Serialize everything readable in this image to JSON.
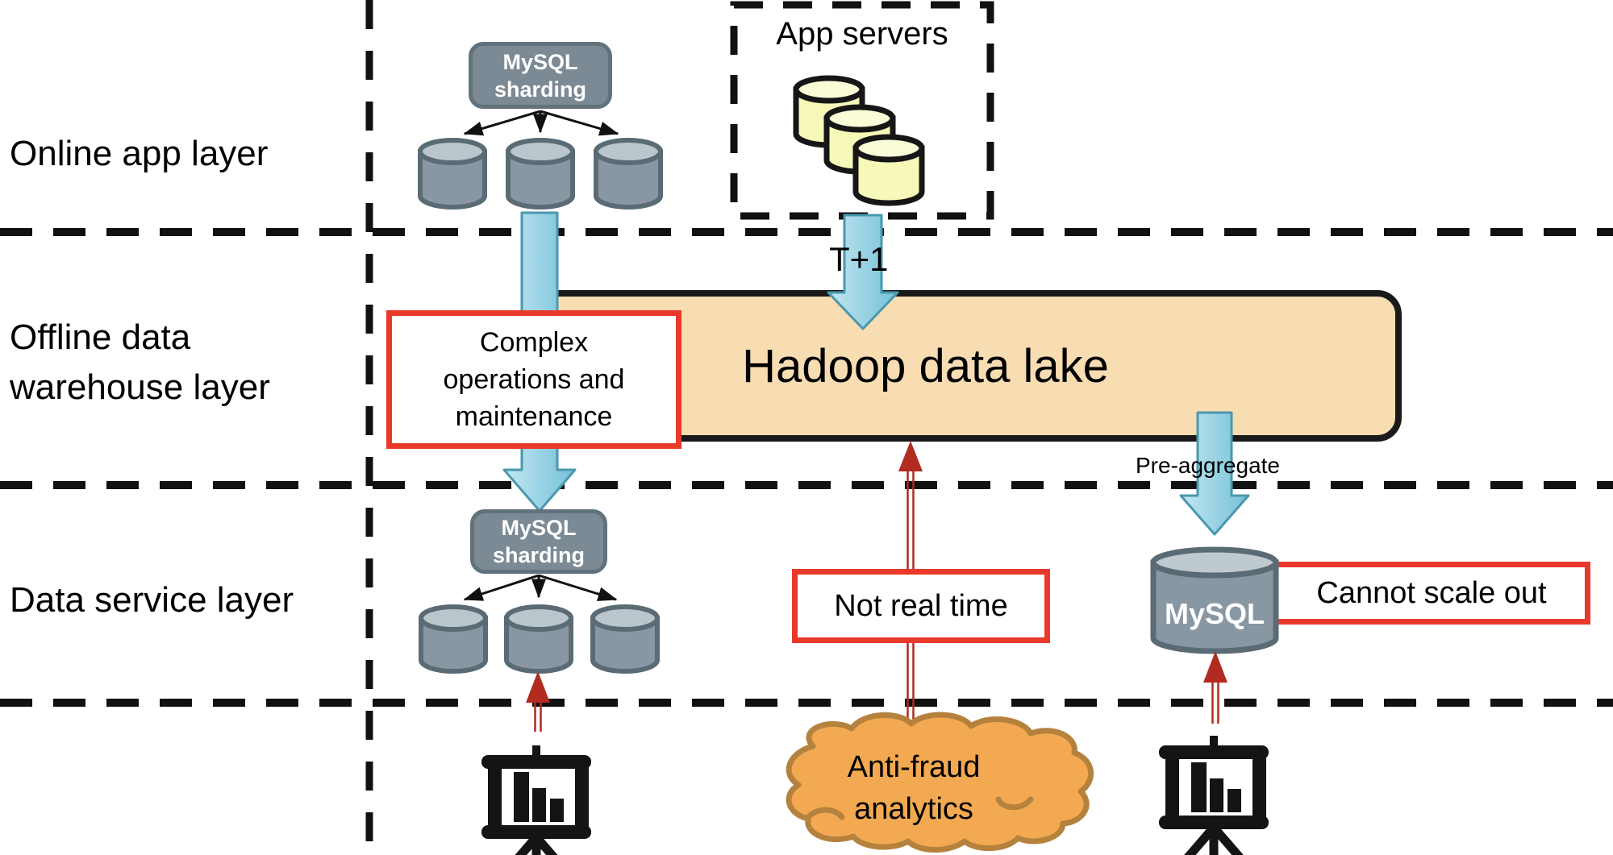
{
  "layer_labels": {
    "online": "Online app layer",
    "offline": "Offline data\nwarehouse layer",
    "service": "Data service layer"
  },
  "online_layer": {
    "mysql_sharding_label": "MySQL\nsharding",
    "app_servers_label": "App servers"
  },
  "offline_layer": {
    "hadoop_label": "Hadoop data lake",
    "t1_label": "T+1",
    "complex_ops_callout": "Complex\noperations and\nmaintenance"
  },
  "service_layer": {
    "mysql_sharding_label": "MySQL\nsharding",
    "pre_aggregate_label": "Pre-aggregate",
    "not_real_time_callout": "Not real time",
    "mysql_label": "MySQL",
    "cannot_scale_out_callout": "Cannot scale out"
  },
  "bottom_row": {
    "antifraud_label": "Anti-fraud\nanalytics"
  },
  "icons": {
    "left_report": "bar-chart-easel-icon",
    "right_report": "bar-chart-easel-icon",
    "antifraud": "cloud-shape",
    "storage": "database-cylinder-icon"
  },
  "colors": {
    "flow_arrow_blue": "#8ccadd",
    "flow_arrow_blue_border": "#4a98ae",
    "issue_arrow_red": "#b12b20",
    "callout_border_red": "#e8392b",
    "hadoop_fill": "#f8dcb2",
    "cloud_fill": "#f2a951",
    "cloud_border": "#b5823e",
    "node_grey": "#7b8a94",
    "cylinder_grey": "#8997a3",
    "cylinder_grey_top": "#bac5cc",
    "cylinder_yellow": "#f6f9b8",
    "line_black": "#111111"
  }
}
